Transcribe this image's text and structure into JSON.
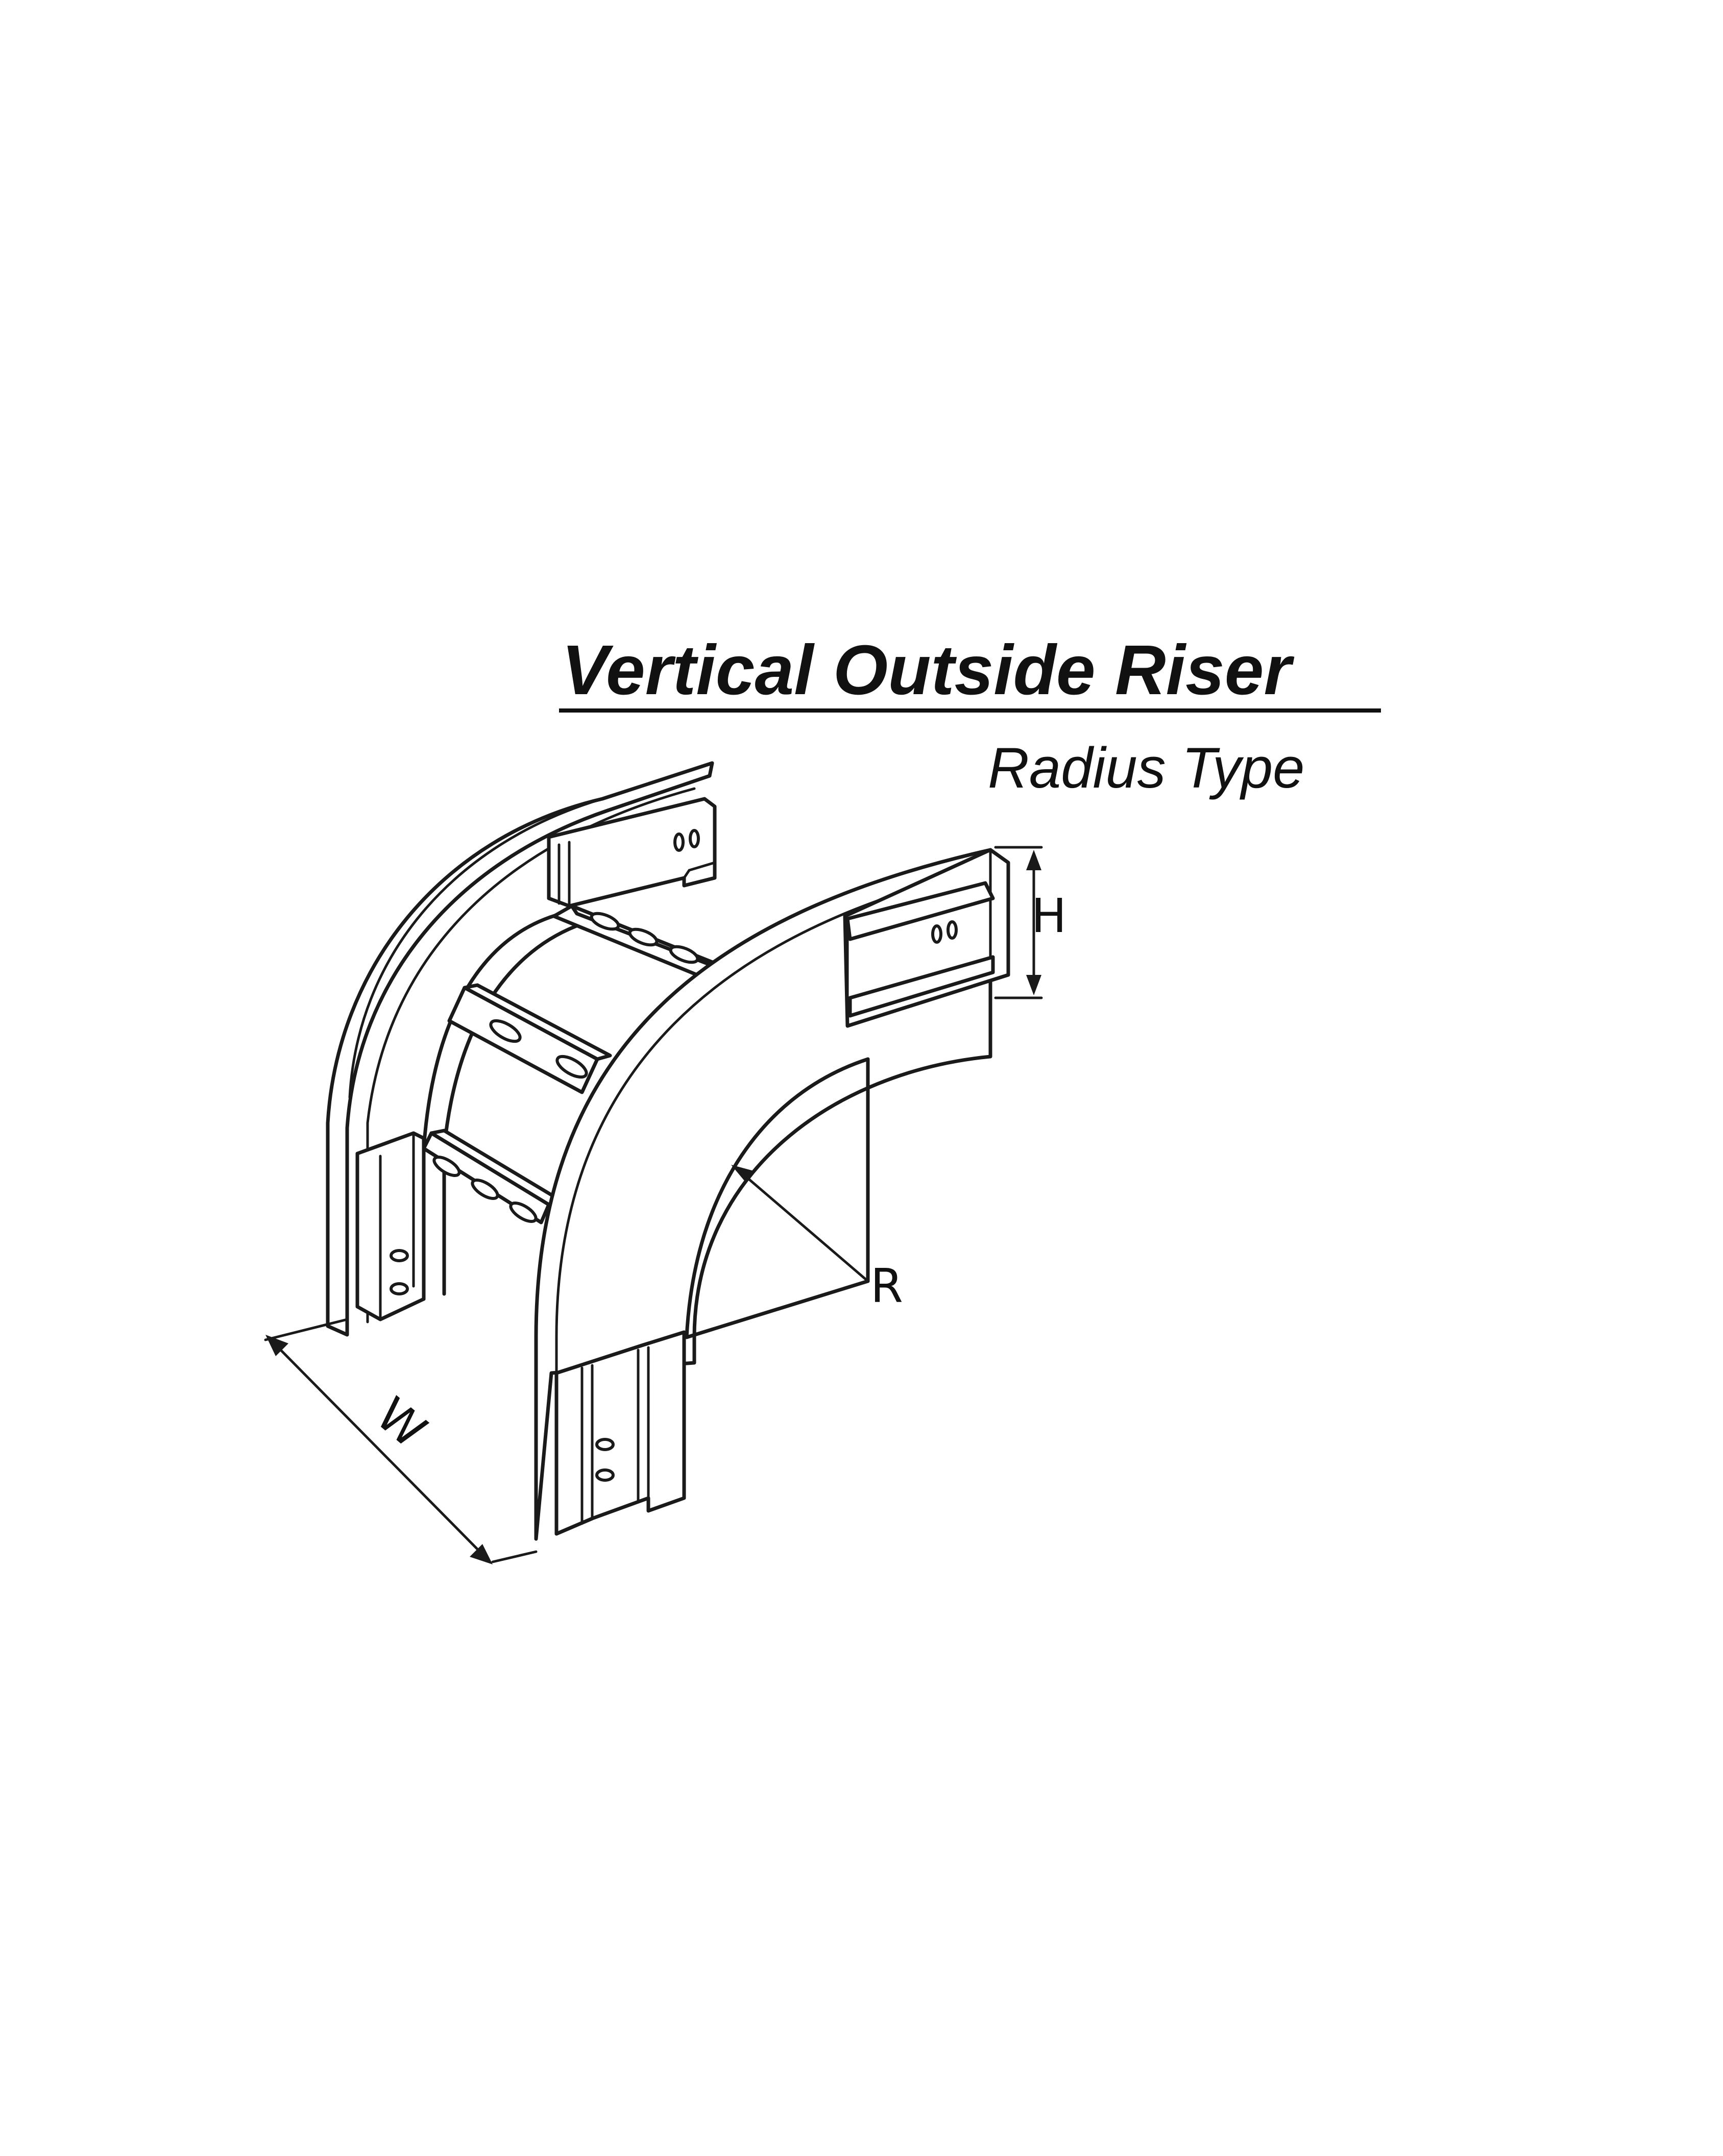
{
  "title": "Vertical Outside Riser",
  "subtitle": "Radius Type",
  "dimensions": {
    "height": "H",
    "radius": "R",
    "width": "W"
  },
  "colors": {
    "line": "#1a1a1a",
    "background": "#ffffff"
  }
}
